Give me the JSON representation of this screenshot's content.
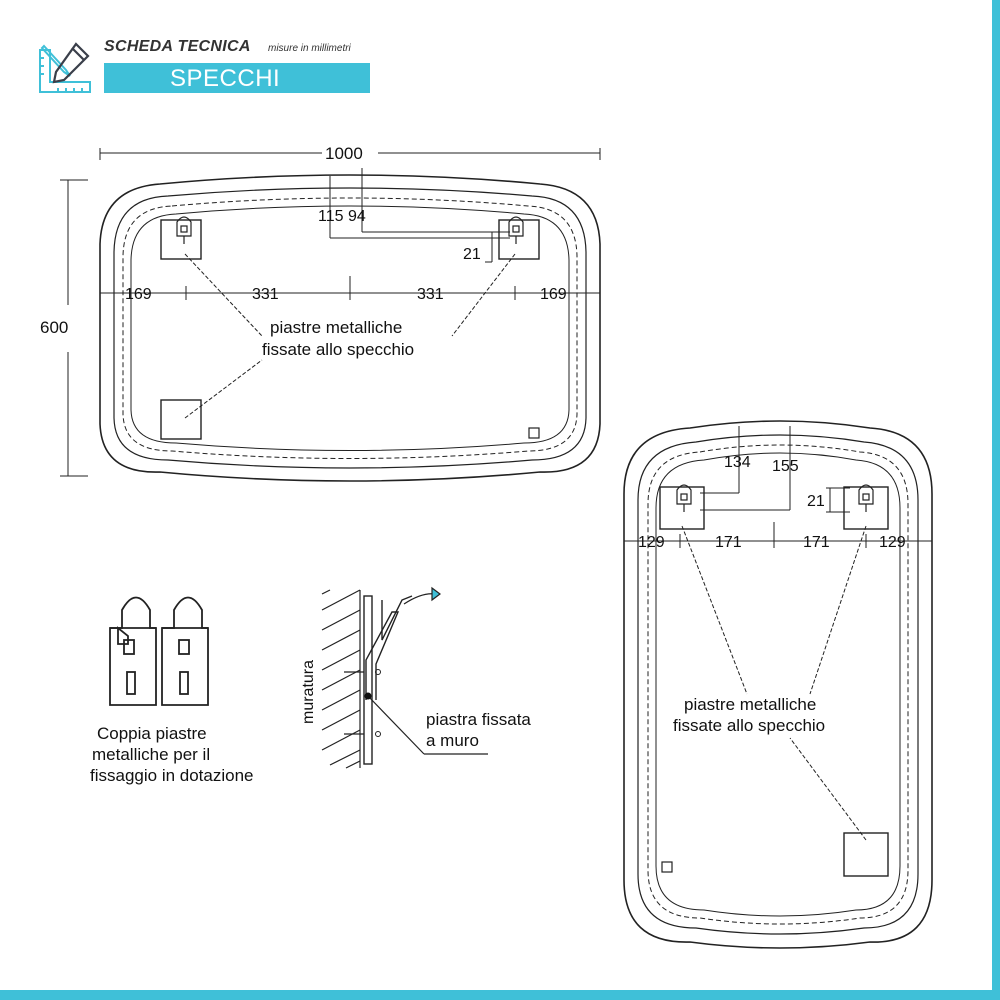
{
  "header": {
    "title": "SCHEDA TECNICA",
    "subtitle": "misure in millimetri",
    "banner": "SPECCHI",
    "icon": "ruler-pencil-icon",
    "accent_color": "#3fc0d8"
  },
  "horizontal_mirror": {
    "width": "1000",
    "height": "600",
    "dim_top_a": "115",
    "dim_top_b": "94",
    "dim_plate": "21",
    "dim_h1": "169",
    "dim_h2": "331",
    "dim_h3": "331",
    "dim_h4": "169",
    "label_line1": "piastre metalliche",
    "label_line2": "fissate allo specchio"
  },
  "vertical_mirror": {
    "dim_top_a": "134",
    "dim_top_b": "155",
    "dim_plate": "21",
    "dim_h1": "129",
    "dim_h2": "171",
    "dim_h3": "171",
    "dim_h4": "129",
    "label_line1": "piastre metalliche",
    "label_line2": "fissate allo specchio"
  },
  "plates_pair": {
    "caption_line1": "Coppia piastre",
    "caption_line2": "metalliche per il",
    "caption_line3": "fissaggio in dotazione"
  },
  "wall_detail": {
    "wall_label": "muratura",
    "plate_label_line1": "piastra fissata",
    "plate_label_line2": "a muro"
  }
}
